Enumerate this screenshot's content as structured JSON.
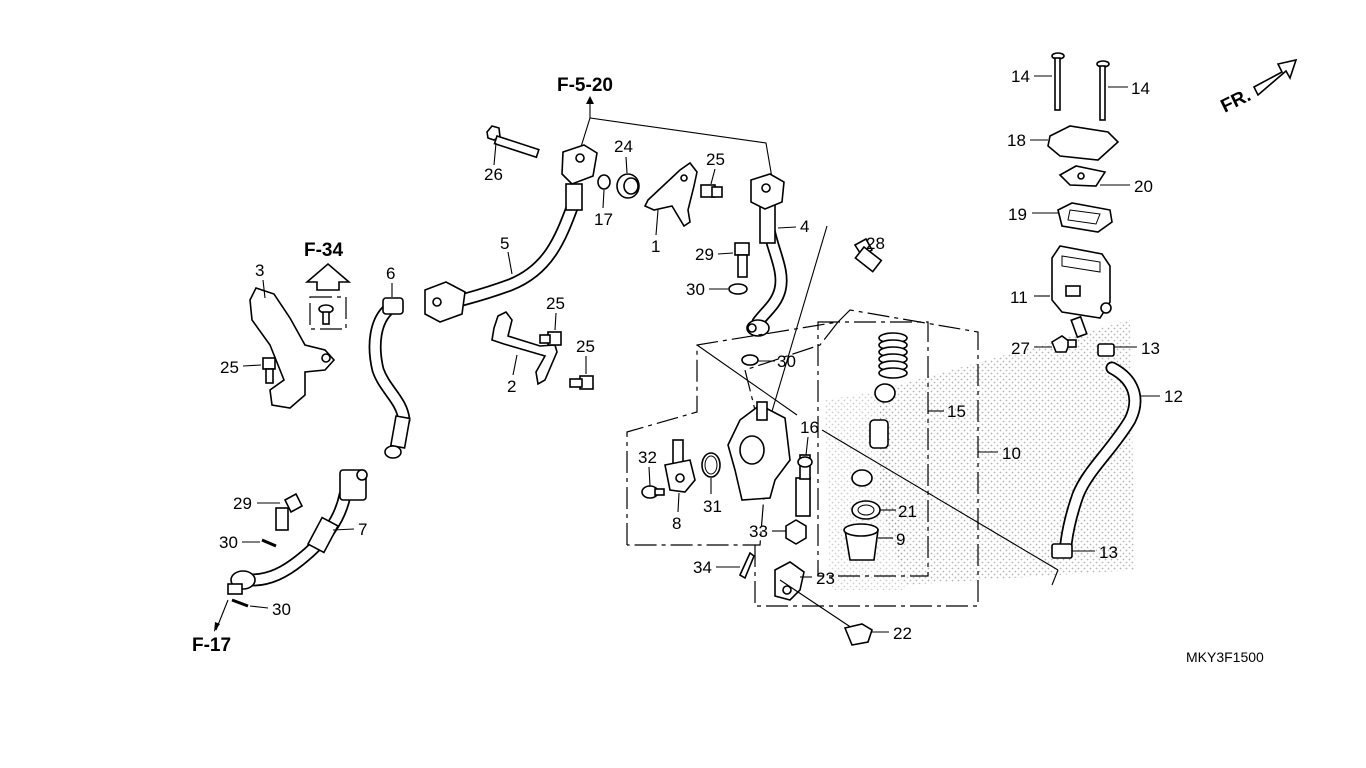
{
  "diagram": {
    "references": {
      "top": "F-5-20",
      "mid": "F-34",
      "bottom": "F-17"
    },
    "direction_label": "FR.",
    "drawing_code": "MKY3F1500",
    "callouts": {
      "c26": "26",
      "c24": "24",
      "c25a": "25",
      "c17": "17",
      "c1": "1",
      "c4": "4",
      "c5": "5",
      "c29a": "29",
      "c30a": "30",
      "c28": "28",
      "c3": "3",
      "c6": "6",
      "c25b": "25",
      "c25c": "25",
      "c25d": "25",
      "c2": "2",
      "c30b": "30",
      "c16": "16",
      "c15": "15",
      "c10": "10",
      "c32": "32",
      "c31": "31",
      "c8": "8",
      "c21": "21",
      "c9": "9",
      "c33": "33",
      "c34": "34",
      "c23": "23",
      "c22": "22",
      "c29b": "29",
      "c30c": "30",
      "c7": "7",
      "c30d": "30",
      "c14a": "14",
      "c14b": "14",
      "c18": "18",
      "c20": "20",
      "c19": "19",
      "c11": "11",
      "c27": "27",
      "c13a": "13",
      "c12": "12",
      "c13b": "13"
    }
  }
}
